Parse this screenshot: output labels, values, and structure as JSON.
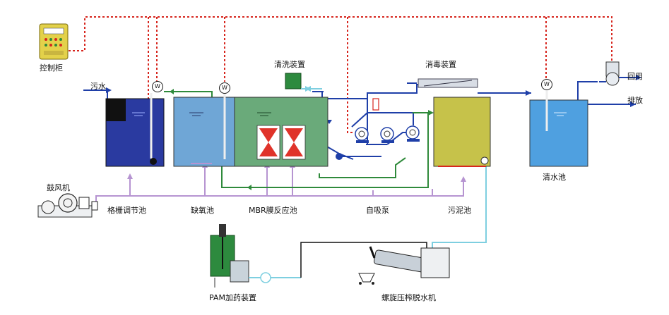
{
  "labels": {
    "control_cabinet": "控制柜",
    "sewage": "污水",
    "cleaning_device": "清洗装置",
    "disinfection_device": "消毒装置",
    "reuse": "回用",
    "discharge": "排放",
    "blower": "鼓风机",
    "grid_tank": "格栅调节池",
    "anoxic_tank": "缺氧池",
    "mbr_tank": "MBR膜反应池",
    "self_priming_pump": "自吸泵",
    "sludge_tank": "污泥池",
    "clear_water_tank": "清水池",
    "pam_device": "PAM加药装置",
    "screw_press": "螺旋压榨脱水机"
  },
  "meter_symbol": "W",
  "colors": {
    "control_line": "#d7261e",
    "water_line": "#1f3fa8",
    "air_line": "#b694d1",
    "return_line": "#2f8a3b",
    "sludge_line": "#7ecfe0",
    "grid_tank_fill": "#2a3aa0",
    "anoxic_fill": "#6fa6d6",
    "mbr_fill": "#6aaa7a",
    "sludge_fill": "#c6c24a",
    "clear_fill": "#4fa0e0",
    "membrane_red": "#e0332a"
  }
}
